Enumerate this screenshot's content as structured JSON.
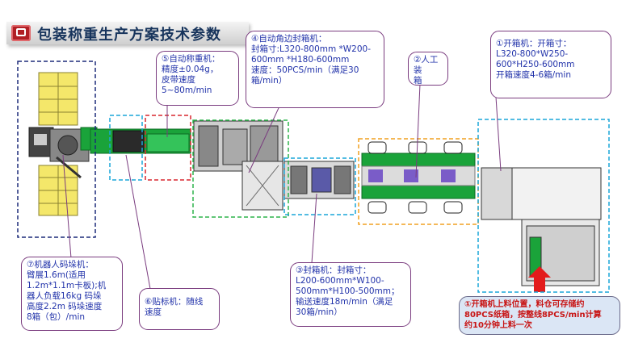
{
  "title": "包装称重生产方案技术参数",
  "callouts": {
    "weigh": {
      "lines": [
        "⑤自动称重机：",
        "精度±0.04g，",
        "皮带速度",
        "5~80m/min"
      ]
    },
    "corner_sealer": {
      "lines": [
        "④自动角边封箱机：",
        "封箱寸:L320-800mm *W200-",
        "600mm *H180-600mm",
        "速度：50PCS/min（满足30",
        "箱/min）"
      ]
    },
    "manual": {
      "lines": [
        "②人工装",
        "箱"
      ]
    },
    "erector": {
      "lines": [
        "①开箱机：开箱寸：",
        "L320-800*W250-",
        "600*H250-600mm",
        "开箱速度4-6箱/min"
      ]
    },
    "palletizer": {
      "lines": [
        "⑦机器人码垛机：",
        "臂展1.6m(适用",
        "1.2m*1.1m卡板);机",
        "器人负载16kg 码垛",
        "高度2.2m 码垛速度",
        "8箱（包）/min"
      ]
    },
    "labeler": {
      "lines": [
        "⑥贴标机：随线",
        "速度"
      ]
    },
    "sealer": {
      "lines": [
        "③封箱机：封箱寸：",
        "L200-600mm*W100-",
        "500mm*H100-500mm；",
        "输送速度18m/min（满足",
        "30箱/min）"
      ]
    },
    "feed_note": {
      "lines": [
        "①开箱机上料位置，料仓可存储约",
        "80PCS纸箱，按整线8PCS/min计算",
        "约10分钟上料一次"
      ]
    }
  },
  "colors": {
    "title_text": "#17345c",
    "callout_text": "#2233aa",
    "callout_border": "#7a3c7f",
    "warn_text": "#c81414",
    "conveyor_green": "#1aa33a",
    "frame_blue": "#25307a",
    "arrow_red": "#e31b1b",
    "dash_green": "#2db34a",
    "dash_red": "#d9262e",
    "dash_cyan": "#1aa5d8",
    "dash_orange": "#f0a020",
    "dash_navy": "#1d2b7a"
  }
}
